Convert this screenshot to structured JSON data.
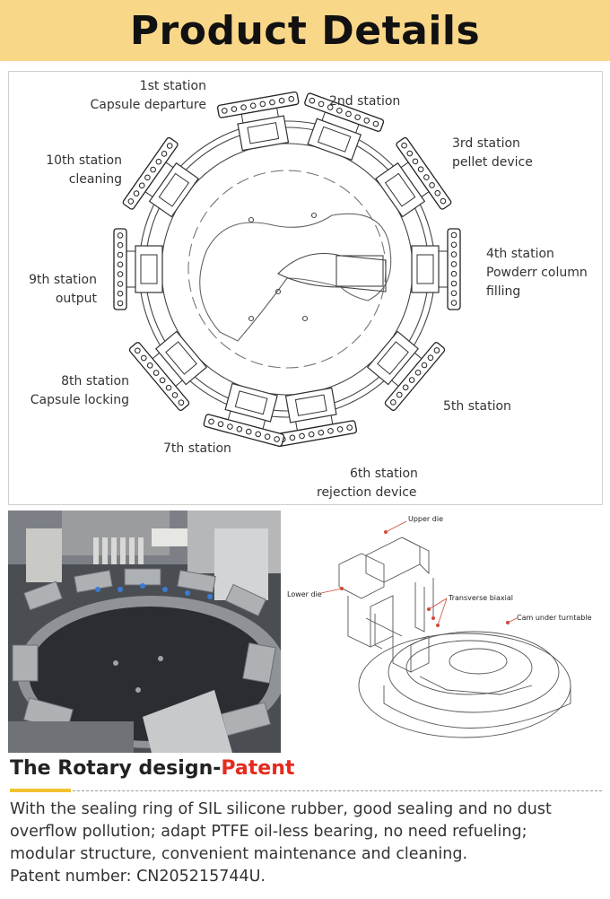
{
  "banner": {
    "title": "Product Details"
  },
  "diagram": {
    "stations": [
      {
        "id": "1",
        "lines": [
          "1st station",
          "Capsule departure"
        ]
      },
      {
        "id": "2",
        "lines": [
          "2nd station"
        ]
      },
      {
        "id": "3",
        "lines": [
          "3rd station",
          "pellet device"
        ]
      },
      {
        "id": "4",
        "lines": [
          "4th station",
          "Powderr column",
          "filling"
        ]
      },
      {
        "id": "5",
        "lines": [
          "5th station"
        ]
      },
      {
        "id": "6",
        "lines": [
          "6th station",
          "rejection device"
        ]
      },
      {
        "id": "7",
        "lines": [
          "7th station"
        ]
      },
      {
        "id": "8",
        "lines": [
          "8th station",
          "Capsule locking"
        ]
      },
      {
        "id": "9",
        "lines": [
          "9th station",
          "output"
        ]
      },
      {
        "id": "10",
        "lines": [
          "10th station",
          "cleaning"
        ]
      }
    ]
  },
  "cad": {
    "upper_die": "Upper die",
    "lower_die": "Lower die",
    "transverse": "Transverse biaxial",
    "cam": "Cam under turntable"
  },
  "section": {
    "title_main": "The Rotary design-",
    "title_highlight": "Patent",
    "lines": [
      "With the sealing ring of SIL silicone rubber, good sealing and no dust",
      "overflow pollution; adapt PTFE oil-less bearing, no need refueling;",
      "modular structure, convenient maintenance and cleaning.",
      "Patent number: CN205215744U."
    ]
  }
}
